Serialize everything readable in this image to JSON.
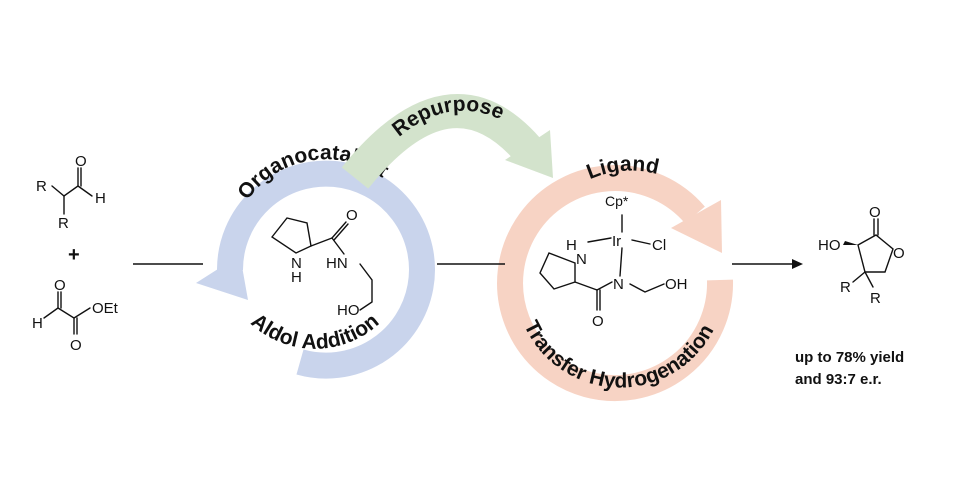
{
  "cycle_left": {
    "top_label": "Organocatalyst",
    "bottom_label": "Aldol Addition",
    "color": "#c9d4ec"
  },
  "cycle_right": {
    "top_label": "Ligand",
    "bottom_label": "Transfer Hydrogenation",
    "color": "#f7d3c4"
  },
  "bridge": {
    "label": "Repurpose",
    "color": "#d3e3cc"
  },
  "reactants": {
    "aldehyde": {
      "sub1": "R",
      "sub2": "R",
      "oxygen": "O",
      "h": "H"
    },
    "plus": "+",
    "glyoxylate": {
      "oxygen1": "O",
      "oxygen2": "O",
      "h": "H",
      "ester": "OEt"
    }
  },
  "organocatalyst": {
    "nh": "N",
    "nh_h": "H",
    "carbonyl_o": "O",
    "amide_nh": "HN",
    "hydroxyl": "HO"
  },
  "iridium_complex": {
    "cp": "Cp*",
    "metal": "Ir",
    "chloride": "Cl",
    "amine_h": "H",
    "amine_n": "N",
    "amide_n": "N",
    "carbonyl_o": "O",
    "hydroxyl": "OH"
  },
  "product": {
    "hydroxyl": "HO",
    "carbonyl_o": "O",
    "ring_o": "O",
    "sub1": "R",
    "sub2": "R",
    "yield_line1": "up to 78% yield",
    "yield_line2": "and 93:7 e.r."
  }
}
